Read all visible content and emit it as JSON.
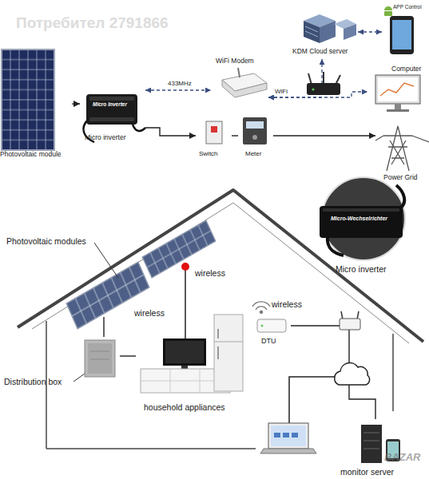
{
  "diagram": {
    "nodes": [
      {
        "text": [
          "Photovoltaic module"
        ]
      },
      {
        "text": [
          "Micro Inverter",
          "Micro inverter"
        ]
      },
      {
        "text": [
          "WiFi Modem"
        ]
      },
      {
        "text": [
          "KDM Cloud server"
        ]
      },
      {
        "text": [
          "APP Control"
        ]
      },
      {
        "text": [
          "Computer"
        ]
      },
      {
        "text": [
          "Switch"
        ]
      },
      {
        "text": [
          "Meter"
        ]
      },
      {
        "text": [
          "Power Grid"
        ]
      },
      {
        "text": [
          "Photovoltaic modules"
        ]
      },
      {
        "text": [
          "Micro-Wechselrichter",
          "Micro inverter"
        ]
      },
      {
        "text": [
          "Distribution box"
        ]
      },
      {
        "text": [
          "household appliances"
        ]
      },
      {
        "text": [
          "DTU"
        ]
      },
      {
        "text": [
          "monitor server"
        ]
      }
    ],
    "edges": [
      {
        "from": 0,
        "to": 1,
        "arrow": "to"
      },
      {
        "from": 1,
        "to": 2,
        "label": "433MHz",
        "arrow": "both"
      },
      {
        "from": 2,
        "to": 3,
        "label": "WiFi",
        "arrow": "both"
      },
      {
        "from": 2,
        "to": 5,
        "arrow": "both"
      },
      {
        "from": 3,
        "to": 4,
        "arrow": "both"
      },
      {
        "from": 1,
        "to": 6,
        "arrow": "to"
      },
      {
        "from": 6,
        "to": 7,
        "arrow": "none"
      },
      {
        "from": 7,
        "to": 8,
        "arrow": "to"
      },
      {
        "from": 9,
        "to": 11,
        "arrow": "none"
      },
      {
        "from": 11,
        "to": 12,
        "arrow": "none"
      },
      {
        "from": 13,
        "to": 14,
        "arrow": "none"
      }
    ],
    "labels": [
      "Потребител 2791866",
      "wireless",
      "wireless",
      "wireless",
      "BAZAR"
    ]
  }
}
